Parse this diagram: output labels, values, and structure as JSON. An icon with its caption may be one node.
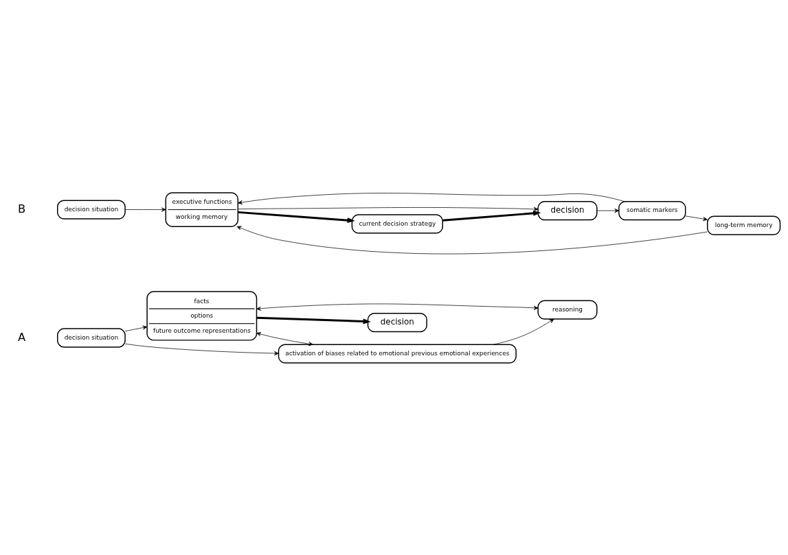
{
  "diagram": {
    "nodes": [
      {
        "text": [
          "decision situation"
        ]
      },
      {
        "text": [
          "facts",
          "options",
          "future outcome representations"
        ]
      },
      {
        "text": [
          "reasoning"
        ]
      },
      {
        "text": [
          "decision"
        ]
      },
      {
        "text": [
          "activation of biases related to emotional previous emotional experiences"
        ]
      },
      {
        "text": [
          "decision situation"
        ]
      },
      {
        "text": [
          "executive functions",
          "working memory"
        ]
      },
      {
        "text": [
          "current decision strategy"
        ]
      },
      {
        "text": [
          "decision"
        ]
      },
      {
        "text": [
          "long-term memory"
        ]
      },
      {
        "text": [
          "somatic markers"
        ]
      }
    ],
    "edges": [
      {
        "from": 0,
        "to": 1,
        "arrow": "to"
      },
      {
        "from": 1,
        "to": 2,
        "arrow": "both"
      },
      {
        "from": 1,
        "to": 3,
        "arrow": "to",
        "style": "thick"
      },
      {
        "from": 1,
        "to": 4,
        "arrow": "both"
      },
      {
        "from": 0,
        "to": 4,
        "arrow": "to"
      },
      {
        "from": 4,
        "to": 2,
        "arrow": "to"
      },
      {
        "from": 5,
        "to": 6,
        "arrow": "to"
      },
      {
        "from": 6,
        "to": 7,
        "arrow": "to",
        "style": "thick"
      },
      {
        "from": 7,
        "to": 8,
        "arrow": "to",
        "style": "thick"
      },
      {
        "from": 6,
        "to": 8,
        "arrow": "to"
      },
      {
        "from": 8,
        "to": 10,
        "arrow": "to"
      },
      {
        "from": 10,
        "to": 6,
        "arrow": "to"
      },
      {
        "from": 10,
        "to": 9,
        "arrow": "to"
      },
      {
        "from": 9,
        "to": 6,
        "arrow": "to"
      }
    ],
    "labels": [
      "A",
      "B"
    ]
  }
}
